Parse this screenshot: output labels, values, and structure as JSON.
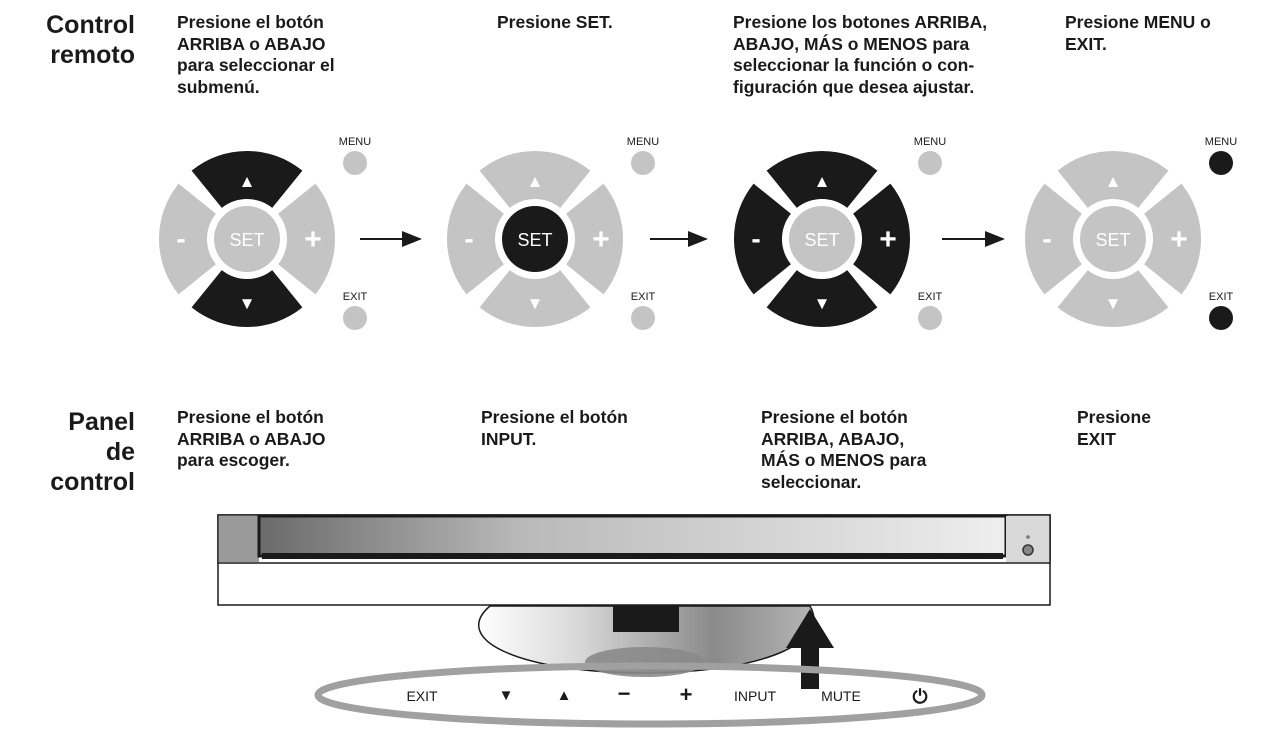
{
  "sections": {
    "remote_title": "Control\nremoto",
    "panel_title": "Panel de\ncontrol"
  },
  "remote_steps": [
    "Presione el botón\nARRIBA o ABAJO\npara seleccionar el\nsubmenú.",
    "Presione SET.",
    "Presione los botones ARRIBA,\nABAJO,  MÁS o MENOS para\nseleccionar la función o con-\nfiguración que desea ajustar.",
    "Presione MENU o\nEXIT."
  ],
  "panel_steps": [
    "Presione el botón\nARRIBA o ABAJO\npara escoger.",
    "Presione el botón\nINPUT.",
    "Presione el botón\nARRIBA, ABAJO,\nMÁS o MENOS para\nseleccionar.",
    "Presione\nEXIT"
  ],
  "remote_labels": {
    "set": "SET",
    "menu": "MENU",
    "exit": "EXIT",
    "minus": "-",
    "plus": "+",
    "up_glyph": "▲",
    "down_glyph": "▼"
  },
  "remote_states": [
    {
      "up": true,
      "down": true,
      "left": false,
      "right": false,
      "set": false,
      "menu": false,
      "exit": false
    },
    {
      "up": false,
      "down": false,
      "left": false,
      "right": false,
      "set": true,
      "menu": false,
      "exit": false
    },
    {
      "up": true,
      "down": true,
      "left": true,
      "right": true,
      "set": false,
      "menu": false,
      "exit": false
    },
    {
      "up": false,
      "down": false,
      "left": false,
      "right": false,
      "set": false,
      "menu": true,
      "exit": true
    }
  ],
  "panel_buttons": [
    "EXIT",
    "▼",
    "▲",
    "−",
    "+",
    "INPUT",
    "MUTE",
    "⏻"
  ],
  "colors": {
    "active": "#1a1a1a",
    "inactive": "#c4c4c4",
    "inactive_text": "#ffffff",
    "panel_ring": "#a0a0a0"
  }
}
